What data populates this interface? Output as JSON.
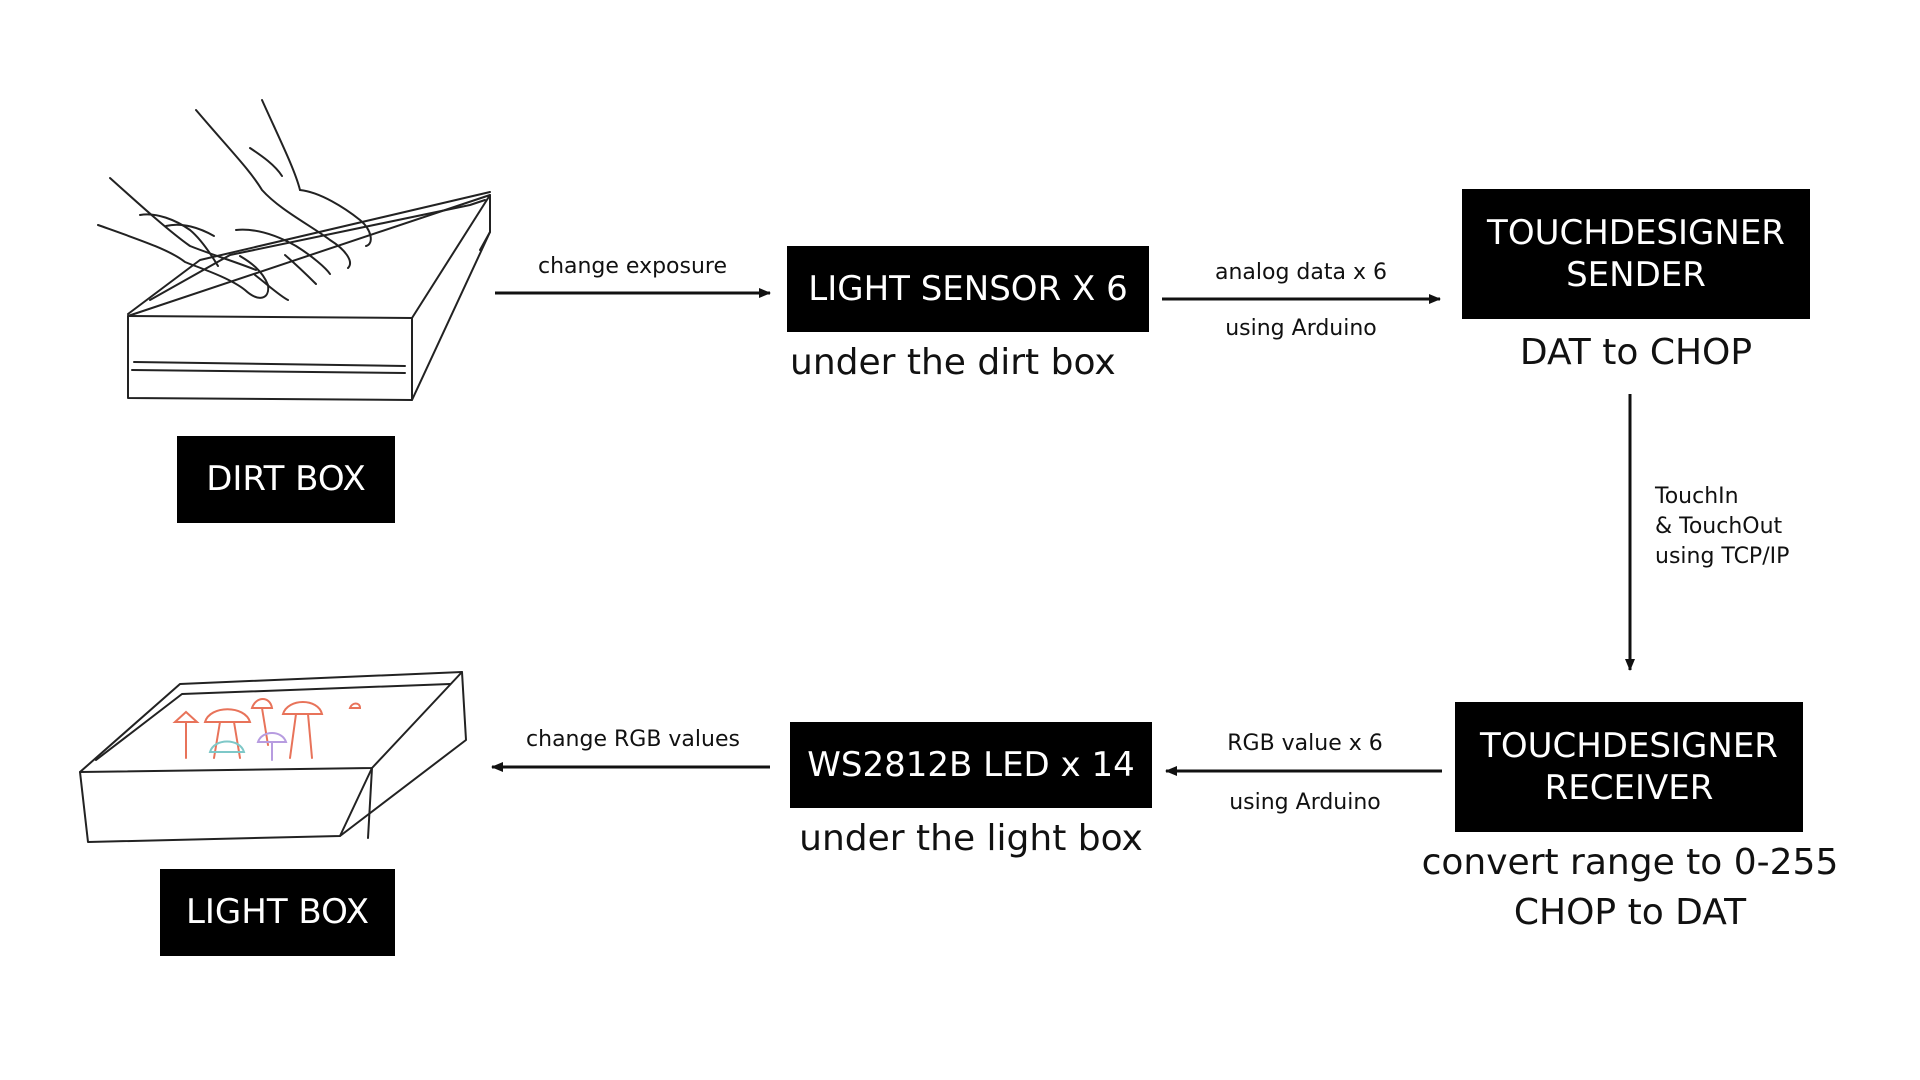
{
  "nodes": {
    "dirt_box": {
      "label": "DIRT BOX"
    },
    "light_sensor": {
      "label": "LIGHT SENSOR X 6",
      "caption": "under the dirt box"
    },
    "td_sender": {
      "line1": "TOUCHDESIGNER",
      "line2": "SENDER",
      "caption": "DAT to CHOP"
    },
    "td_receiver": {
      "line1": "TOUCHDESIGNER",
      "line2": "RECEIVER",
      "caption1": "convert range to 0-255",
      "caption2": "CHOP to DAT"
    },
    "led": {
      "label": "WS2812B LED x 14",
      "caption": "under the light box"
    },
    "light_box": {
      "label": "LIGHT BOX"
    }
  },
  "edges": {
    "dirt_to_sensor": {
      "label": "change exposure"
    },
    "sensor_to_sender": {
      "label_top": "analog data x 6",
      "label_bottom": "using Arduino"
    },
    "sender_to_receiver": {
      "line1": "TouchIn",
      "line2": "& TouchOut",
      "line3": "using TCP/IP"
    },
    "receiver_to_led": {
      "label_top": "RGB value x 6",
      "label_bottom": "using Arduino"
    },
    "led_to_lightbox": {
      "label": "change RGB values"
    }
  },
  "colors": {
    "box_fill": "#000000",
    "box_text": "#ffffff",
    "line": "#111111",
    "mushroom_1": "#e8735a",
    "mushroom_2": "#7ec8c8",
    "mushroom_3": "#b79ce0"
  }
}
